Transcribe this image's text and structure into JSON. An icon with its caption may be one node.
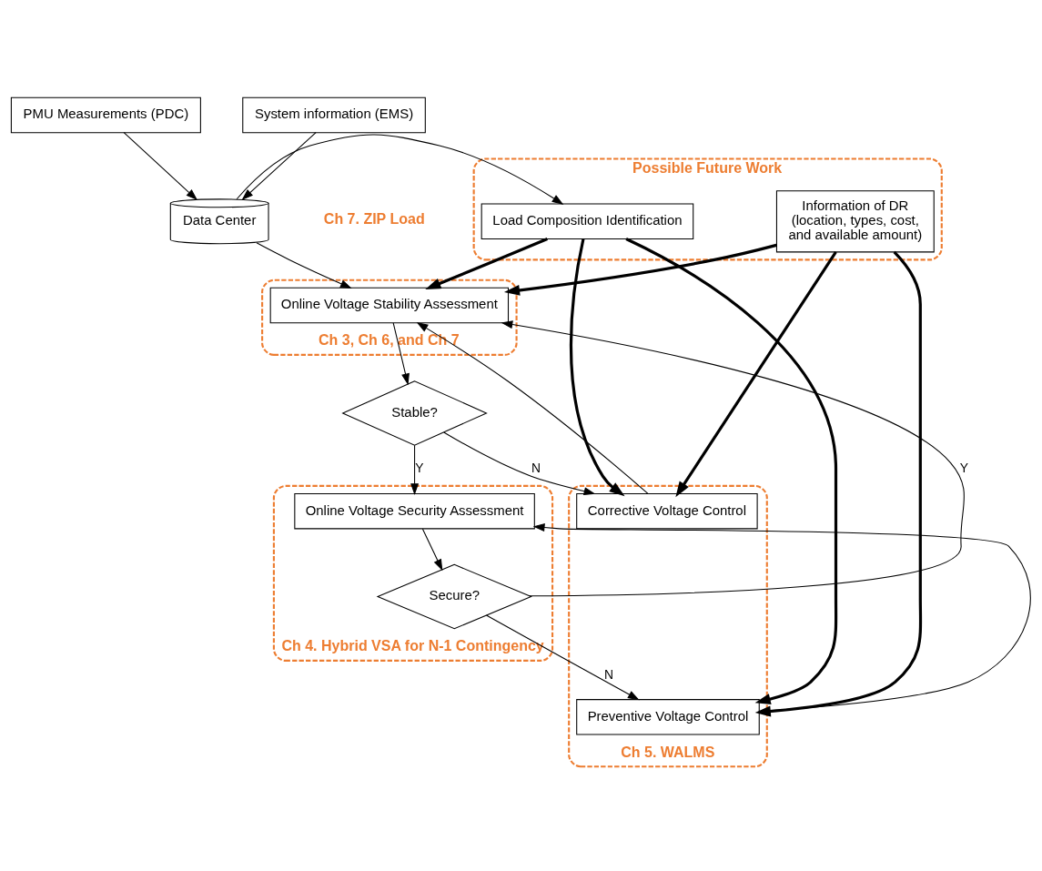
{
  "diagram": {
    "nodes": [
      {
        "text": [
          "PMU Measurements (PDC)"
        ]
      },
      {
        "text": [
          "System information (EMS)"
        ]
      },
      {
        "text": [
          "Data Center"
        ]
      },
      {
        "text": [
          "Possible Future Work"
        ]
      },
      {
        "text": [
          "Load Composition Identification"
        ],
        "in": 3
      },
      {
        "text": [
          "Information of DR (location, types, cost, and available amount)"
        ],
        "in": 3
      },
      {
        "text": [
          "Ch 3, Ch 6, and Ch 7"
        ]
      },
      {
        "text": [
          "Online Voltage Stability Assessment"
        ],
        "in": 6
      },
      {
        "text": [
          "Stable?"
        ]
      },
      {
        "text": [
          "Ch 4. Hybrid VSA for N-1 Contingency"
        ]
      },
      {
        "text": [
          "Online Voltage Security Assessment"
        ],
        "in": 9
      },
      {
        "text": [
          "Secure?"
        ],
        "in": 9
      },
      {
        "text": [
          "Ch 5. WALMS"
        ]
      },
      {
        "text": [
          "Corrective Voltage Control"
        ],
        "in": 12
      },
      {
        "text": [
          "Preventive Voltage Control"
        ],
        "in": 12
      }
    ],
    "edges": [
      {
        "from": 0,
        "to": 2,
        "arrow": "to"
      },
      {
        "from": 1,
        "to": 2,
        "arrow": "to"
      },
      {
        "from": 2,
        "to": 4,
        "arrow": "to"
      },
      {
        "from": 2,
        "to": 7,
        "arrow": "to"
      },
      {
        "from": 4,
        "to": 7,
        "arrow": "to",
        "style": "thick"
      },
      {
        "from": 5,
        "to": 7,
        "arrow": "to",
        "style": "thick"
      },
      {
        "from": 4,
        "to": 13,
        "arrow": "to",
        "style": "thick"
      },
      {
        "from": 5,
        "to": 13,
        "arrow": "to",
        "style": "thick"
      },
      {
        "from": 4,
        "to": 14,
        "arrow": "to",
        "style": "thick"
      },
      {
        "from": 5,
        "to": 14,
        "arrow": "to",
        "style": "thick"
      },
      {
        "from": 7,
        "to": 8,
        "arrow": "to"
      },
      {
        "from": 8,
        "to": 13,
        "arrow": "to",
        "label": "N"
      },
      {
        "from": 8,
        "to": 10,
        "arrow": "to",
        "label": "Y"
      },
      {
        "from": 13,
        "to": 7,
        "arrow": "to"
      },
      {
        "from": 10,
        "to": 11,
        "arrow": "to"
      },
      {
        "from": 11,
        "to": 14,
        "arrow": "to",
        "label": "N"
      },
      {
        "from": 11,
        "to": 7,
        "arrow": "to",
        "label": "Y"
      },
      {
        "from": 14,
        "to": 10,
        "arrow": "to"
      }
    ],
    "labels": [
      "Ch 7. ZIP Load"
    ]
  }
}
